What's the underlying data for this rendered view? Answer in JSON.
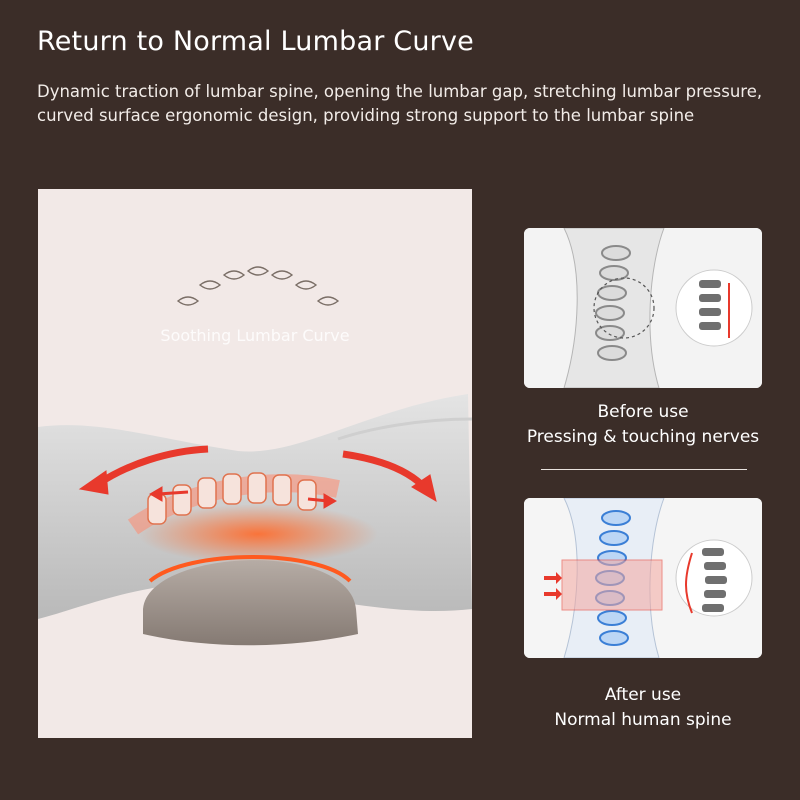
{
  "header": {
    "title": "Return to Normal Lumbar Curve",
    "description": "Dynamic traction of lumbar spine, opening the lumbar gap, stretching lumbar pressure, curved surface ergonomic design, providing strong support to the lumbar spine"
  },
  "main_image": {
    "overlay_label": "Soothing Lumbar Curve"
  },
  "before": {
    "line1": "Before use",
    "line2": "Pressing & touching nerves"
  },
  "after": {
    "line1": "After use",
    "line2": "Normal human spine"
  },
  "colors": {
    "background": "#3b2d28",
    "accent_red": "#e8392c",
    "panel": "#f2e9e7",
    "cushion": "#9c918a"
  }
}
